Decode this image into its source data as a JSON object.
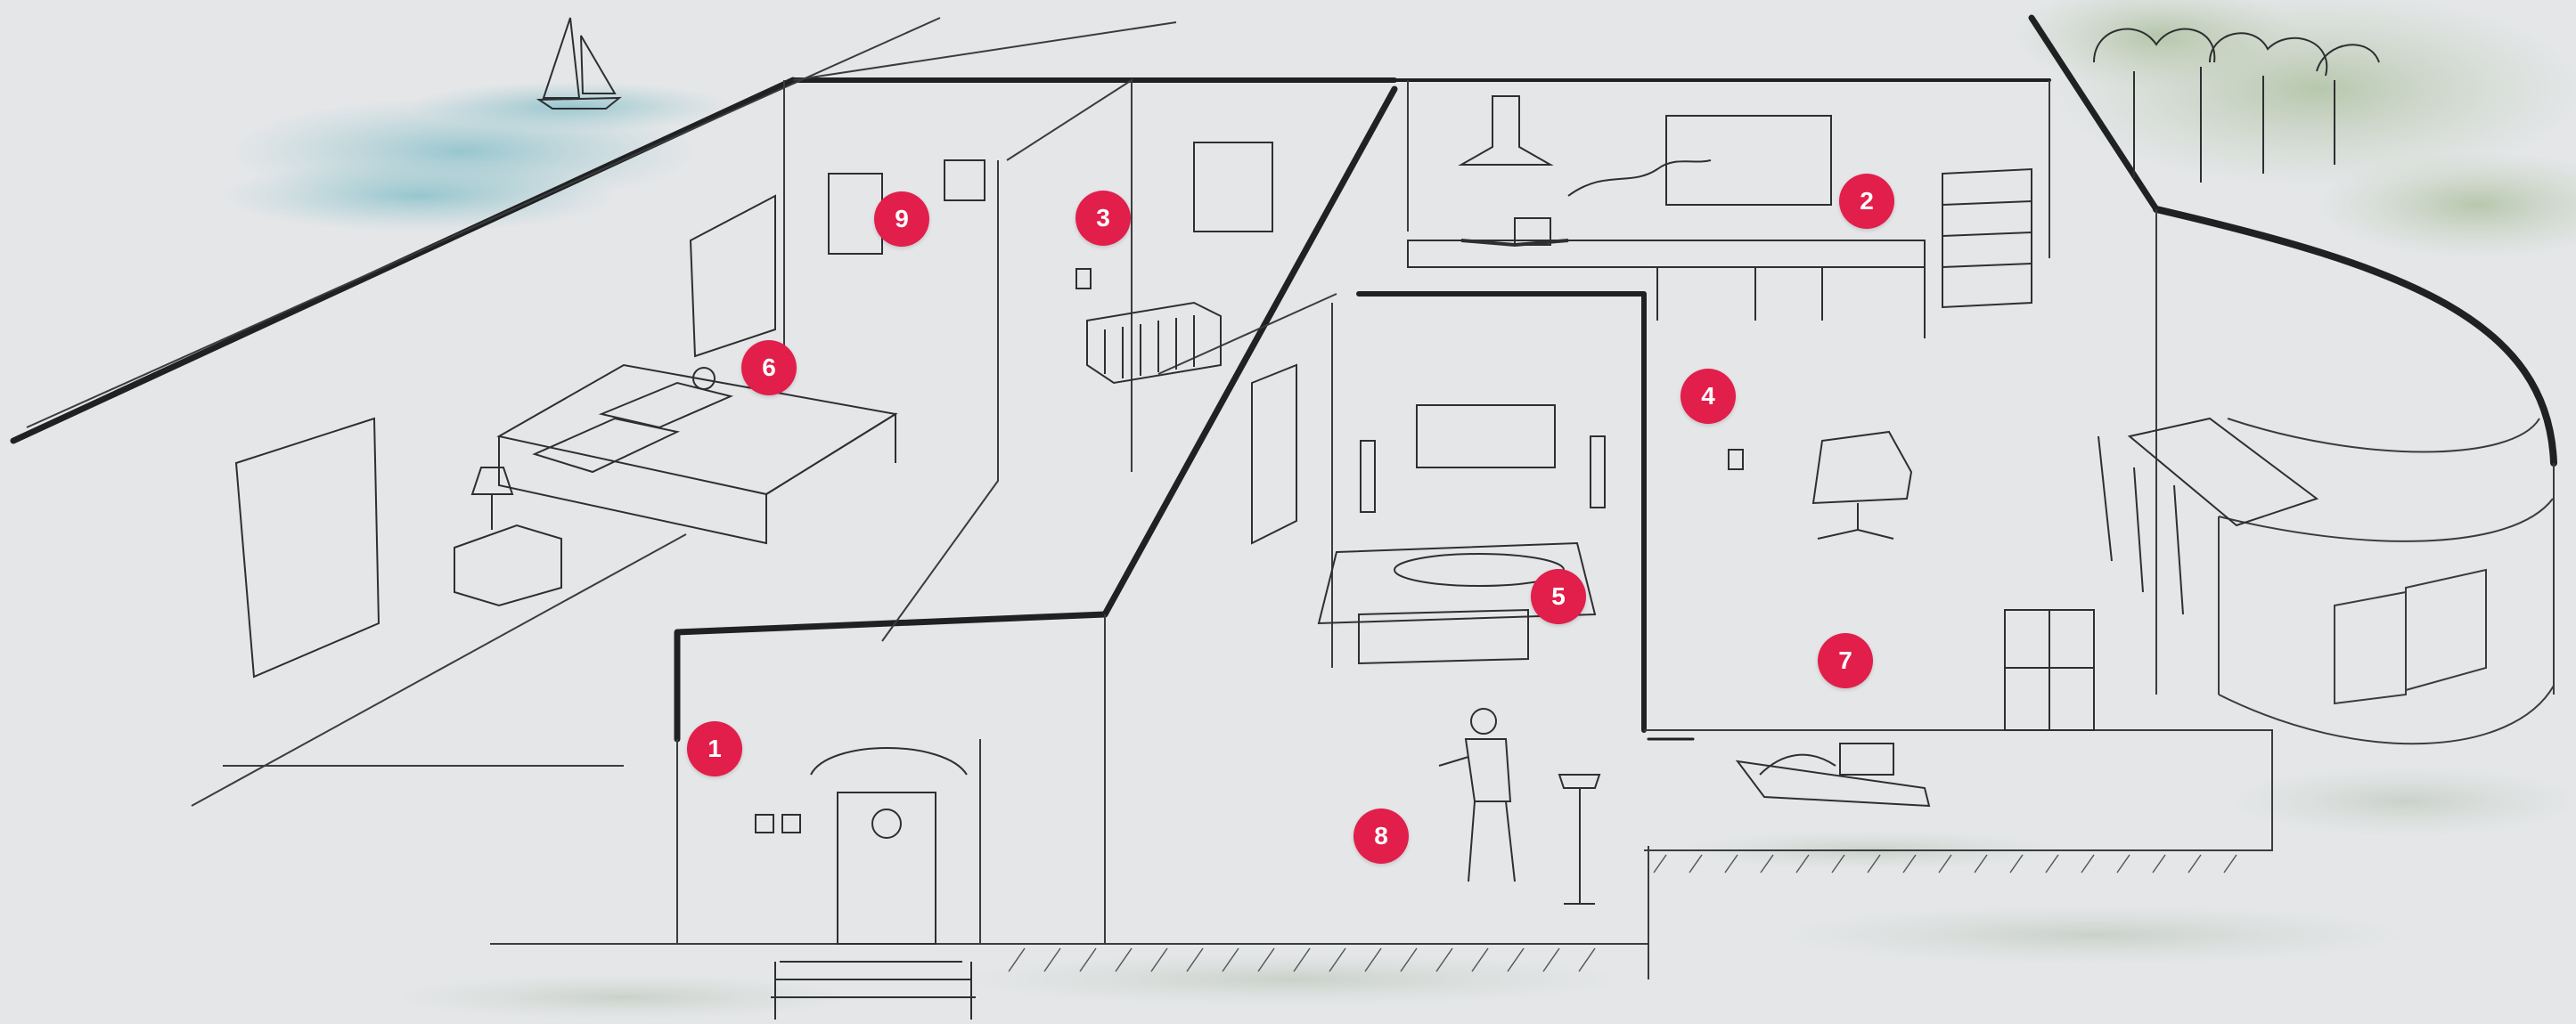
{
  "colors": {
    "background": "#e4e6e8",
    "ink": "#2d2f31",
    "marker": "#e21e4b",
    "water": "#8fc4cc",
    "foliage": "#a9bd9a"
  },
  "markers": [
    {
      "label": "1"
    },
    {
      "label": "2"
    },
    {
      "label": "3"
    },
    {
      "label": "4"
    },
    {
      "label": "5"
    },
    {
      "label": "6"
    },
    {
      "label": "7"
    },
    {
      "label": "8"
    },
    {
      "label": "9"
    }
  ]
}
